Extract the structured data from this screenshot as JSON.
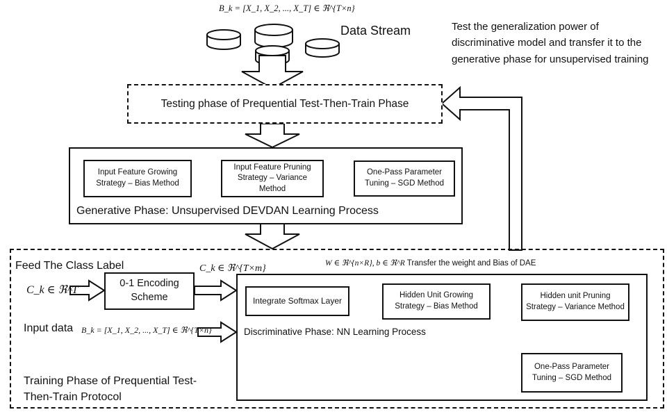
{
  "stream": {
    "formula": "B_k = [X_1, X_2, ..., X_T] ∈ ℜ^{T×n}",
    "label": "Data Stream"
  },
  "feedback_note": "Test the generalization power of discriminative model and transfer it to the generative phase for unsupervised training",
  "testing_phase": {
    "label": "Testing phase of Prequential Test-Then-Train Phase"
  },
  "generative_phase": {
    "title": "Generative Phase: Unsupervised DEVDAN Learning Process",
    "steps": [
      "Input Feature Growing Strategy – Bias Method",
      "Input Feature Pruning Strategy – Variance Method",
      "One-Pass Parameter Tuning – SGD Method"
    ]
  },
  "training_phase": {
    "title": "Training Phase of Prequential Test-Then-Train Protocol",
    "feed_label": "Feed The Class Label",
    "label_input": "C_k ∈ ℜ^T",
    "encoding_box": "0-1 Encoding Scheme",
    "label_output": "C_k ∈ ℜ^{T×m}",
    "input_data_label": "Input data",
    "input_formula": "B_k = [X_1, X_2, ..., X_T] ∈ ℜ^{T×n}",
    "transfer_formula": "W ∈ ℜ^{n×R}, b ∈ ℜ^R",
    "transfer_note": "Transfer the weight and Bias of DAE"
  },
  "discriminative_phase": {
    "title": "Discriminative Phase: NN Learning Process",
    "steps": [
      "Integrate Softmax Layer",
      "Hidden Unit Growing Strategy – Bias Method",
      "Hidden unit Pruning Strategy – Variance Method",
      "One-Pass Parameter Tuning – SGD Method"
    ]
  }
}
